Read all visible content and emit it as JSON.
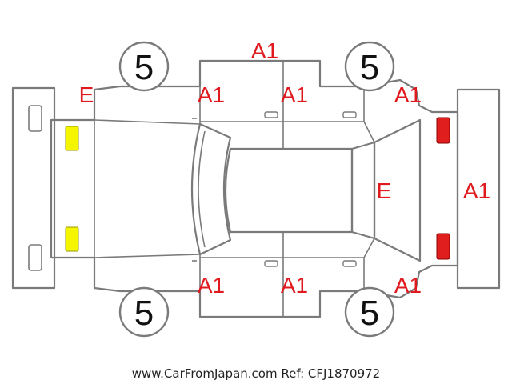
{
  "colors": {
    "outline": "#7a7a7a",
    "mark_text": "#e0191e",
    "yellow_light": "#f5f500",
    "red_light": "#e01e1e"
  },
  "marks": {
    "roof_top": "A1",
    "front_fender_left": "E",
    "front_door_left": "A1",
    "rear_door_left": "A1",
    "rear_fender_left": "A1",
    "rear_glass": "E",
    "rear_bumper": "A1",
    "front_door_right": "A1",
    "rear_door_right": "A1",
    "rear_fender_right": "A1"
  },
  "wheels": {
    "front_left": "5",
    "rear_left": "5",
    "front_right": "5",
    "rear_right": "5"
  },
  "footer": "www.CarFromJapan.com Ref: CFJ1870972"
}
